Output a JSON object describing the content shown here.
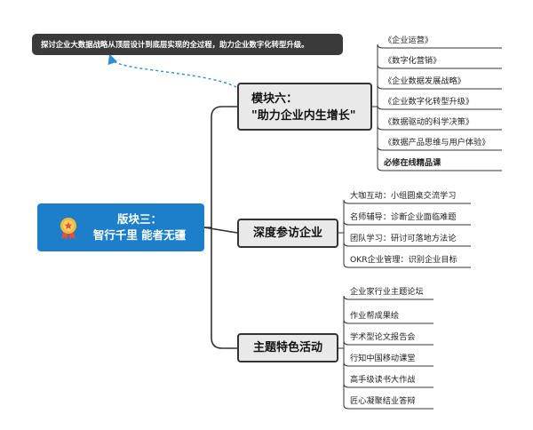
{
  "note": "探讨企业大数据战略从顶层设计到底层实现的全过程，助力企业数字化转型升级。",
  "root": {
    "line1": "版块三：",
    "line2": "智行千里  能者无疆",
    "badge_icon": "medal-icon"
  },
  "branches": [
    {
      "line1": "模块六：",
      "line2": "\"助力企业内生增长\"",
      "items": [
        "《企业运营》",
        "《数字化营销》",
        "《企业数据发展战略》",
        "《企业数字化转型升级》",
        "《数据驱动的科学决策》",
        "《数据产品思维与用户体验》",
        "必修在线精品课"
      ]
    },
    {
      "label": "深度参访企业",
      "items": [
        "大咖互动：小组圆桌交流学习",
        "名师辅导：诊断企业面临难题",
        "团队学习：研讨可落地方法论",
        "OKR企业管理：识别企业目标"
      ]
    },
    {
      "label": "主题特色活动",
      "items": [
        "企业家行业主题论坛",
        "作业帮成果绘",
        "学术型论文报告会",
        "行知中国移动课堂",
        "高手级读书大作战",
        "匠心凝聚结业答辩"
      ]
    }
  ],
  "colors": {
    "root_bg": "#1d7fc9",
    "note_bg": "#3a3a3a",
    "branch_bg": "#e9e9e9",
    "arrow": "#2f8fd6"
  }
}
